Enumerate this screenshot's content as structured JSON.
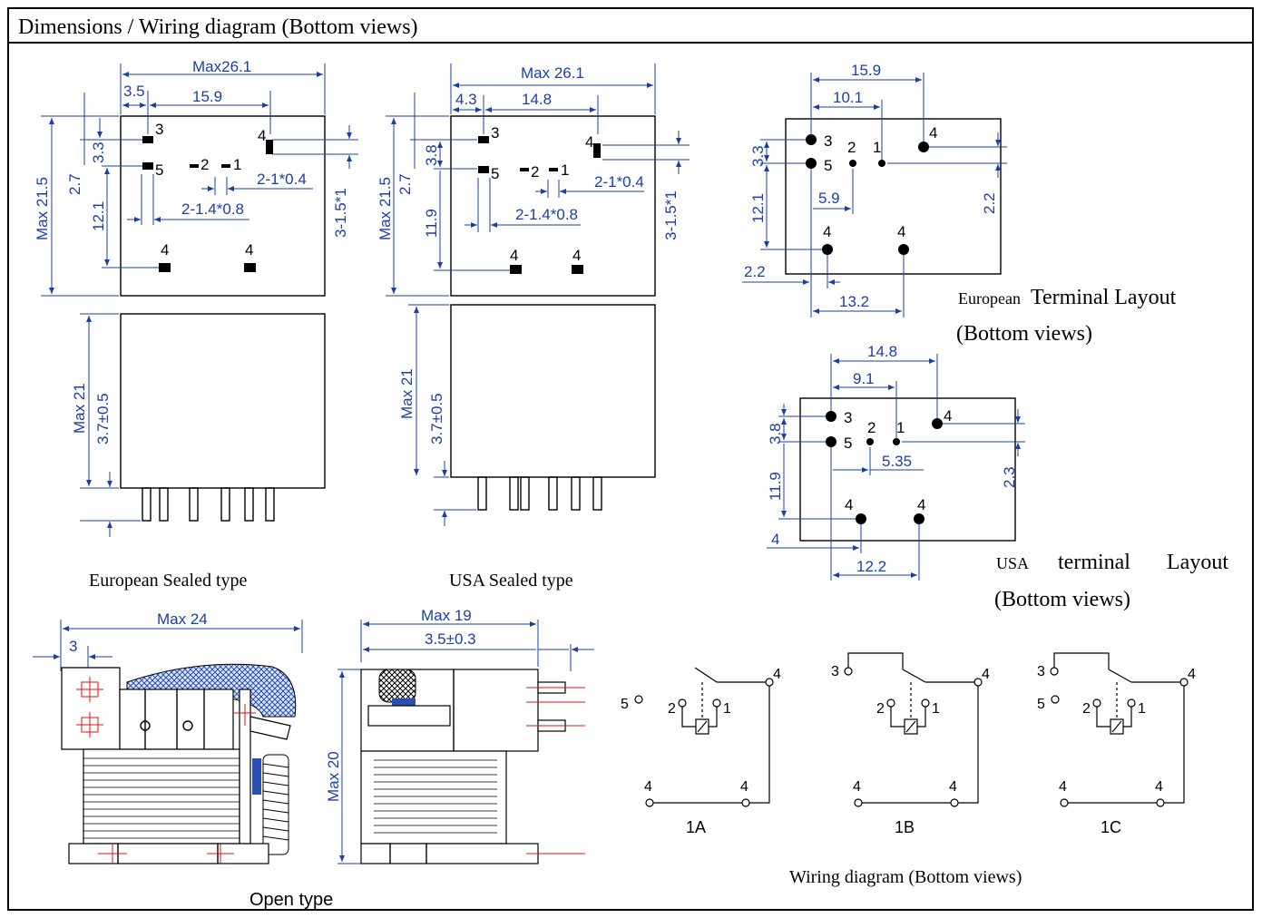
{
  "header": {
    "title": "Dimensions / Wiring diagram (Bottom views)"
  },
  "euro_sealed": {
    "caption": "European Sealed type",
    "dims": {
      "width": "Max26.1",
      "offset": "3.5",
      "pitch": "15.9",
      "height": "Max 21.5",
      "d27": "2.7",
      "d33": "3.3",
      "d121": "12.1",
      "pin_right": "2-1*0.4",
      "pin_left": "2-1.4*0.8",
      "side": "3-1.5*1",
      "body_h": "Max 21",
      "pin_len": "3.7±0.5"
    },
    "pins": {
      "p3": "3",
      "p5": "5",
      "p2": "2",
      "p1": "1",
      "p4a": "4",
      "p4b": "4",
      "p4c": "4"
    }
  },
  "usa_sealed": {
    "caption": "USA Sealed type",
    "dims": {
      "width": "Max 26.1",
      "offset": "4.3",
      "pitch": "14.8",
      "height": "Max 21.5",
      "d27": "2.7",
      "d38": "3.8",
      "d119": "11.9",
      "pin_right": "2-1*0.4",
      "pin_left": "2-1.4*0.8",
      "side": "3-1.5*1",
      "body_h": "Max 21",
      "pin_len": "3.7±0.5"
    },
    "pins": {
      "p3": "3",
      "p5": "5",
      "p2": "2",
      "p1": "1",
      "p4a": "4",
      "p4b": "4",
      "p4c": "4"
    }
  },
  "euro_layout": {
    "caption_small": "European",
    "caption_big": "Terminal Layout",
    "caption_line2": "(Bottom views)",
    "dims": {
      "d159": "15.9",
      "d101": "10.1",
      "d33": "3.3",
      "d121": "12.1",
      "d59": "5.9",
      "d22r": "2.2",
      "d22b": "2.2",
      "d132": "13.2"
    },
    "pins": {
      "p3": "3",
      "p5": "5",
      "p2": "2",
      "p1": "1",
      "p4a": "4",
      "p4b": "4",
      "p4c": "4"
    }
  },
  "usa_layout": {
    "caption_small": "USA",
    "caption_big": "terminal",
    "caption_big2": "Layout",
    "caption_line2": "(Bottom views)",
    "dims": {
      "d148": "14.8",
      "d91": "9.1",
      "d38": "3.8",
      "d119": "11.9",
      "d535": "5.35",
      "d23": "2.3",
      "d4": "4",
      "d122": "12.2"
    },
    "pins": {
      "p3": "3",
      "p5": "5",
      "p2": "2",
      "p1": "1",
      "p4a": "4",
      "p4b": "4",
      "p4c": "4"
    }
  },
  "open_type": {
    "caption": "Open type",
    "dims": {
      "w24": "Max 24",
      "d3": "3",
      "w19": "Max 19",
      "d35": "3.5±0.3",
      "h20": "Max 20"
    }
  },
  "wiring": {
    "caption": "Wiring diagram (Bottom views)",
    "diagrams": [
      {
        "label": "1A",
        "pins": [
          "5",
          "2",
          "1",
          "4",
          "4",
          "4"
        ]
      },
      {
        "label": "1B",
        "pins": [
          "3",
          "2",
          "1",
          "4",
          "4",
          "4"
        ]
      },
      {
        "label": "1C",
        "pins": [
          "3",
          "5",
          "2",
          "1",
          "4",
          "4",
          "4"
        ]
      }
    ]
  },
  "colors": {
    "dimension": "#1a3fa8",
    "outline": "#000000",
    "centerline": "#e01010",
    "coil_hatch": "#2a4fb0"
  }
}
